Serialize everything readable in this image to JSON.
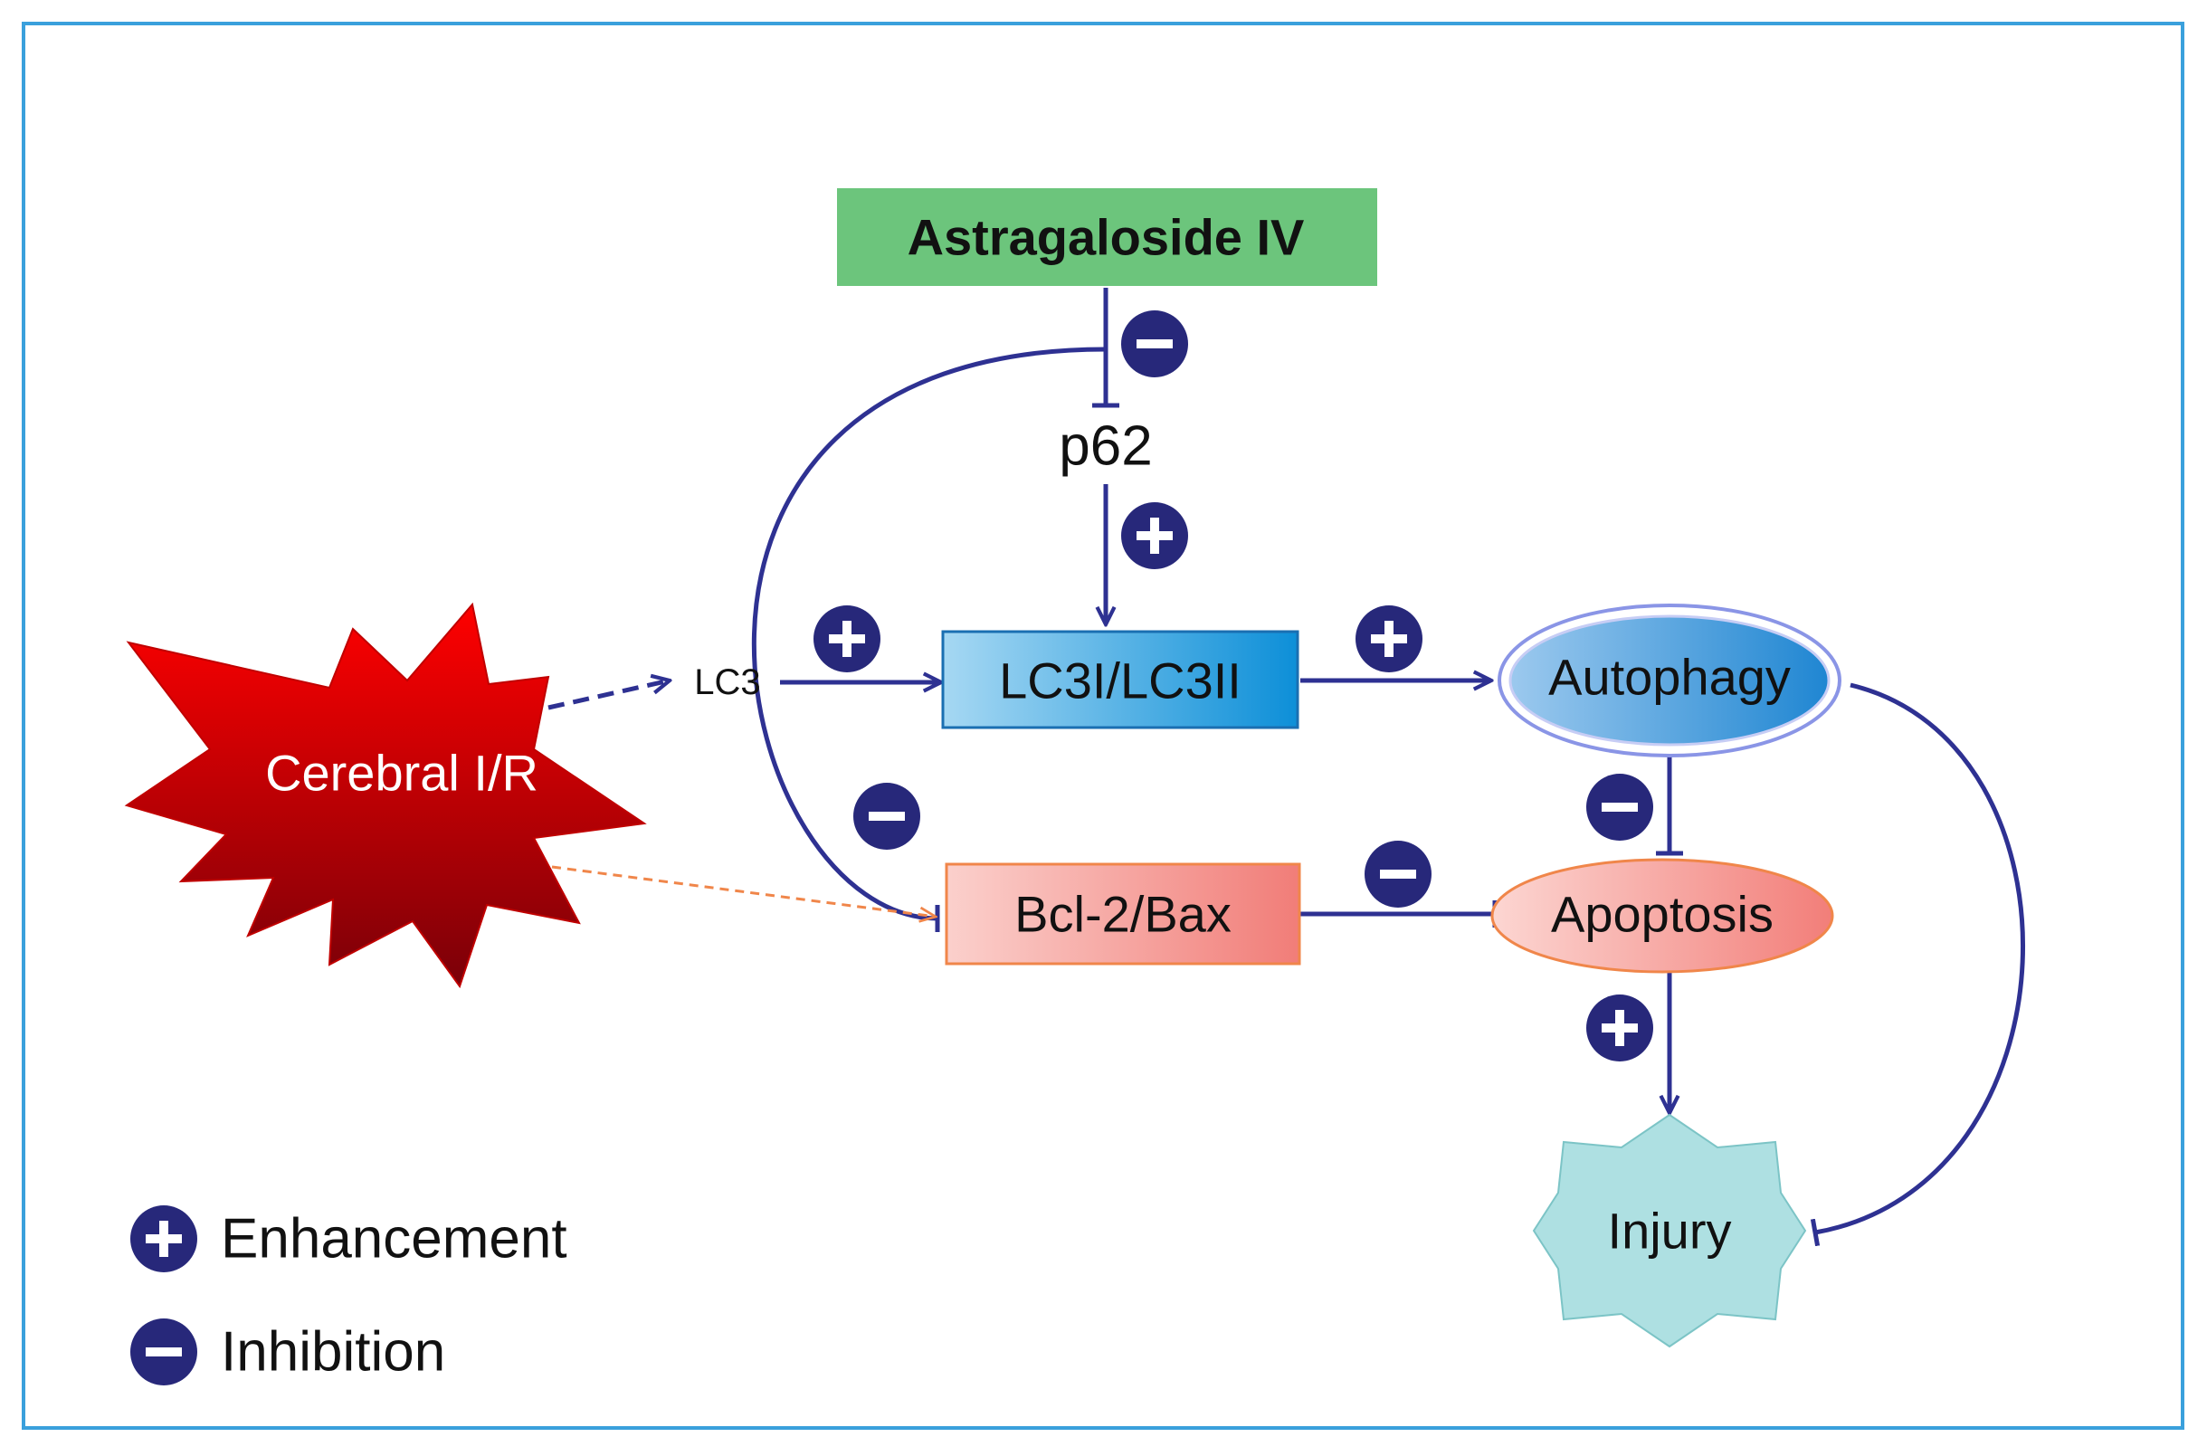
{
  "nodes": {
    "astragaloside": "Astragaloside IV",
    "p62": "p62",
    "lc3": "LC3",
    "lc3i_lc3ii": "LC3I/LC3II",
    "autophagy": "Autophagy",
    "cerebral": "Cerebral I/R",
    "bcl2_bax": "Bcl-2/Bax",
    "apoptosis": "Apoptosis",
    "injury": "Injury"
  },
  "legend": {
    "enhancement": "Enhancement",
    "inhibition": "Inhibition"
  },
  "colors": {
    "arrow": "#2e3192",
    "sign_fill": "#27287a",
    "frame": "#3aa0dc",
    "astragaloside_fill": "#6cc57c",
    "lc3_box_fill": "#5db6e8",
    "autophagy_fill": "#3a93d6",
    "cerebral_fill": "#b0000a",
    "bcl_fill": "#f6aaa5",
    "apoptosis_fill": "#f6aaa5",
    "injury_fill": "#aee0e2",
    "dashed_orange": "#f0864a"
  },
  "icons": {
    "plus": "plus-circle-icon",
    "minus": "minus-circle-icon"
  }
}
